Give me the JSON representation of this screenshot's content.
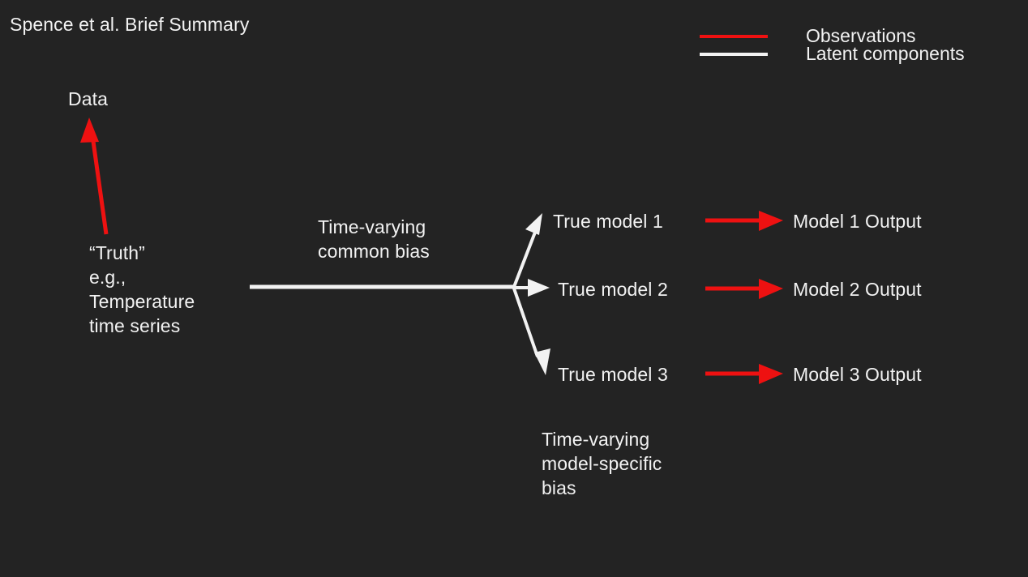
{
  "page": {
    "title": "Spence et al. Brief Summary",
    "background_color": "#232323",
    "text_color": "#f2f2f2"
  },
  "legend": {
    "items": [
      {
        "label": "Observations",
        "color": "#ee1111",
        "icon": "line-swatch"
      },
      {
        "label": "Latent components",
        "color": "#f2f2f2",
        "icon": "line-swatch"
      }
    ]
  },
  "diagram": {
    "data_label": "Data",
    "truth_block": "“Truth”\ne.g.,\nTemperature\ntime series",
    "common_bias_label": "Time-varying\ncommon bias",
    "model_specific_bias_label": "Time-varying\nmodel-specific\nbias",
    "true_models": [
      {
        "label": "True model 1"
      },
      {
        "label": "True model 2"
      },
      {
        "label": "True model 3"
      }
    ],
    "model_outputs": [
      {
        "label": "Model 1 Output"
      },
      {
        "label": "Model 2 Output"
      },
      {
        "label": "Model 3 Output"
      }
    ],
    "arrows": {
      "observation_color": "#ee1111",
      "latent_color": "#f2f2f2"
    }
  }
}
